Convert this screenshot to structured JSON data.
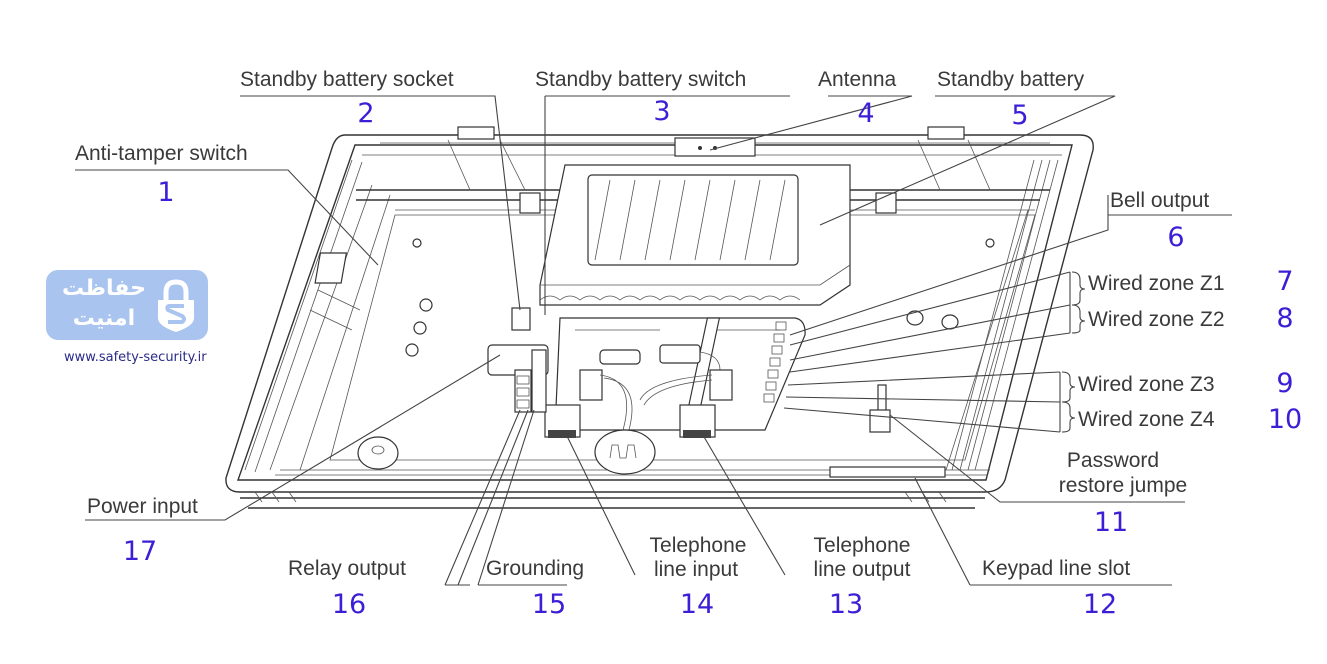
{
  "title": "Alarm control panel internal layout",
  "watermark": {
    "brand_line1": "حفاظت",
    "brand_line2": "امنیت",
    "url": "www.safety-security.ir",
    "icon": "shield-lock-icon",
    "background_color": "#a9c4ee"
  },
  "colors": {
    "number": "#3a1fd6",
    "label": "#3a3a3a",
    "line": "#444444"
  },
  "components": [
    {
      "number": "1",
      "label": "Anti-tamper switch"
    },
    {
      "number": "2",
      "label": "Standby battery socket"
    },
    {
      "number": "3",
      "label": "Standby battery switch"
    },
    {
      "number": "4",
      "label": "Antenna"
    },
    {
      "number": "5",
      "label": "Standby battery"
    },
    {
      "number": "6",
      "label": "Bell output"
    },
    {
      "number": "7",
      "label": "Wired zone Z1"
    },
    {
      "number": "8",
      "label": "Wired zone Z2"
    },
    {
      "number": "9",
      "label": "Wired zone Z3"
    },
    {
      "number": "10",
      "label": "Wired zone Z4"
    },
    {
      "number": "11",
      "label_line1": "Password",
      "label_line2": "restore jumpe"
    },
    {
      "number": "12",
      "label": "Keypad line slot"
    },
    {
      "number": "13",
      "label_line1": "Telephone",
      "label_line2": "line output"
    },
    {
      "number": "14",
      "label_line1": "Telephone",
      "label_line2": "line input"
    },
    {
      "number": "15",
      "label": "Grounding"
    },
    {
      "number": "16",
      "label": "Relay output"
    },
    {
      "number": "17",
      "label": "Power input"
    }
  ]
}
